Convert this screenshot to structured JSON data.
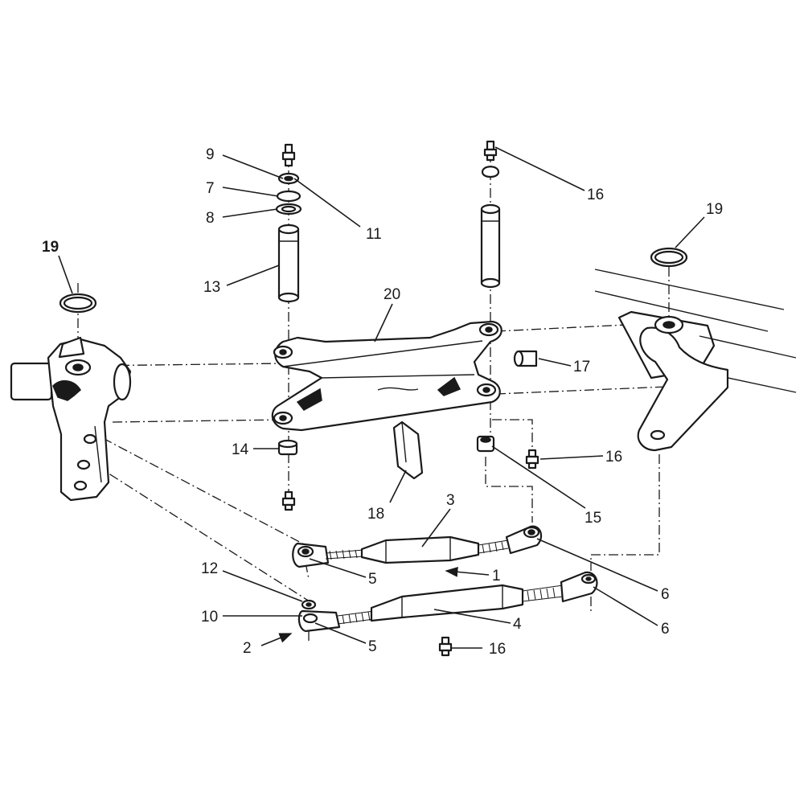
{
  "callouts": [
    {
      "id": "c-19-left",
      "text": "19",
      "bold": true
    },
    {
      "id": "c-9",
      "text": "9"
    },
    {
      "id": "c-7",
      "text": "7"
    },
    {
      "id": "c-8",
      "text": "8"
    },
    {
      "id": "c-11",
      "text": "11"
    },
    {
      "id": "c-13",
      "text": "13"
    },
    {
      "id": "c-16-top",
      "text": "16"
    },
    {
      "id": "c-19-right",
      "text": "19"
    },
    {
      "id": "c-20",
      "text": "20"
    },
    {
      "id": "c-17",
      "text": "17"
    },
    {
      "id": "c-14",
      "text": "14"
    },
    {
      "id": "c-16-mid",
      "text": "16"
    },
    {
      "id": "c-18",
      "text": "18"
    },
    {
      "id": "c-15",
      "text": "15"
    },
    {
      "id": "c-3",
      "text": "3"
    },
    {
      "id": "c-1",
      "text": "1"
    },
    {
      "id": "c-6-upper",
      "text": "6"
    },
    {
      "id": "c-12",
      "text": "12"
    },
    {
      "id": "c-5-upper",
      "text": "5"
    },
    {
      "id": "c-10",
      "text": "10"
    },
    {
      "id": "c-4",
      "text": "4"
    },
    {
      "id": "c-6-lower",
      "text": "6"
    },
    {
      "id": "c-2",
      "text": "2"
    },
    {
      "id": "c-5-lower",
      "text": "5"
    },
    {
      "id": "c-16-bottom",
      "text": "16"
    }
  ]
}
